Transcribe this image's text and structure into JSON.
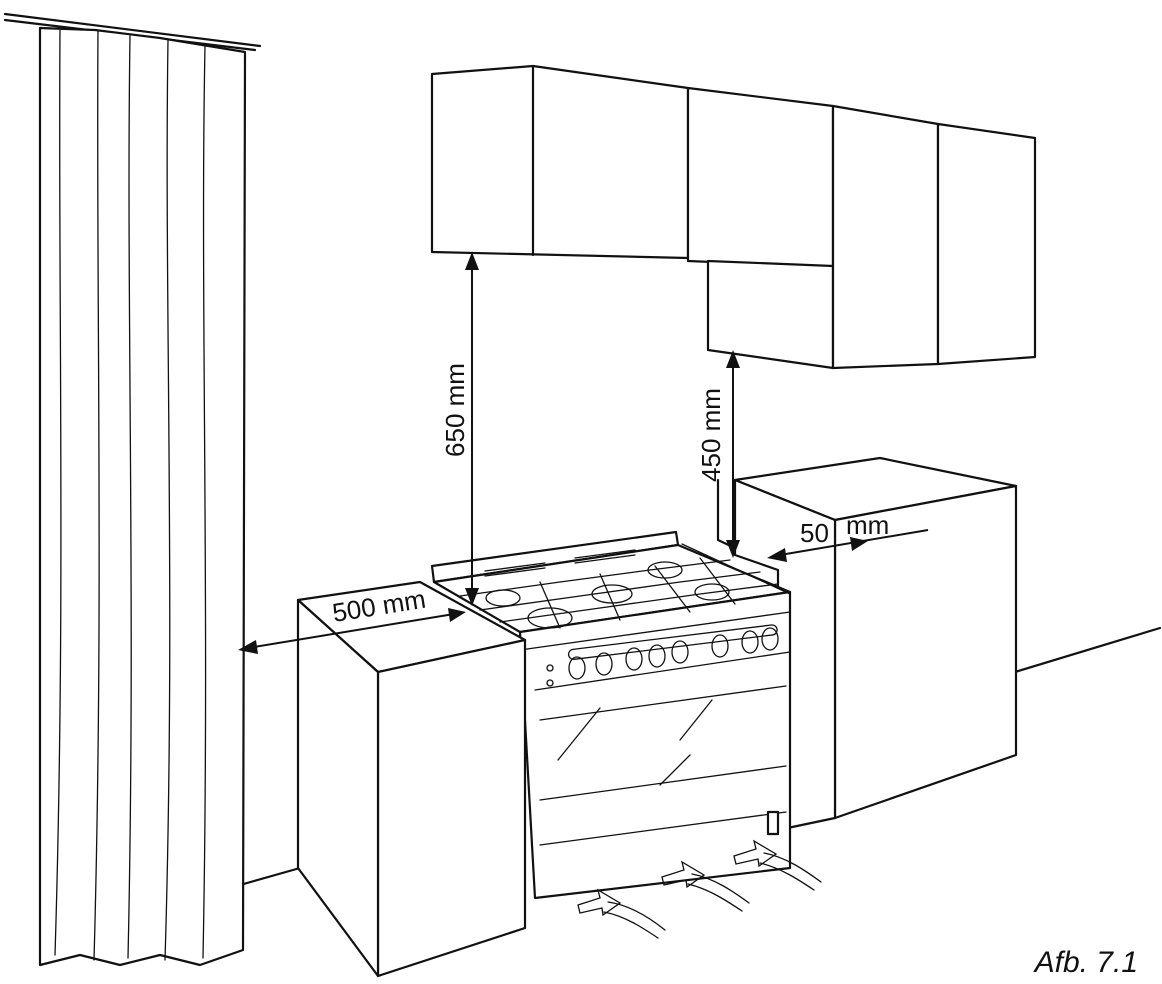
{
  "dimensions": {
    "wall_cabinet_height": "650 mm",
    "hood_cabinet_height": "450 mm",
    "side_clearance_right": "50",
    "side_clearance_right_unit": "mm",
    "curtain_clearance": "500 mm"
  },
  "caption": "Afb. 7.1"
}
